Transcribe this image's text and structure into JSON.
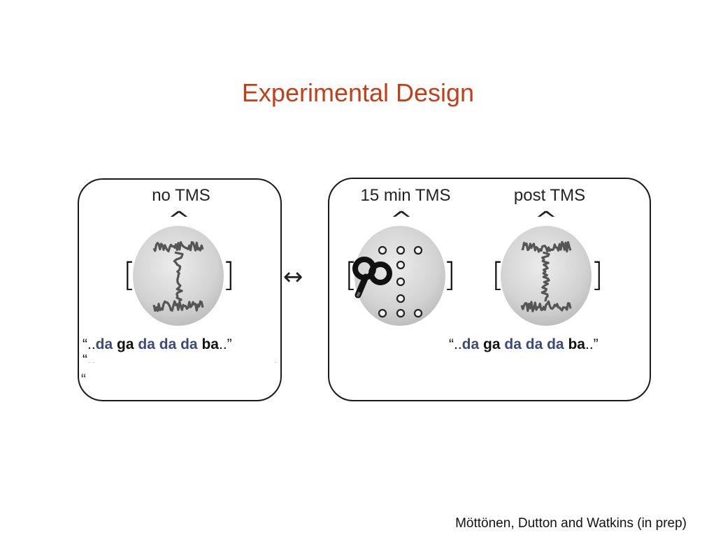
{
  "slide": {
    "title": "Experimental Design",
    "citation": "Möttönen, Dutton and Watkins (in prep)"
  },
  "panels": {
    "left": {
      "conditions": [
        {
          "label": "no TMS",
          "electrodes": "wave"
        }
      ],
      "stimulus": {
        "q1": "“..",
        "w1": "da",
        "w2": "ga",
        "w3": "da",
        "w4": "da",
        "w5": "da",
        "w6": "ba",
        "q2": "..”"
      }
    },
    "right": {
      "conditions": [
        {
          "label": "15 min TMS",
          "electrodes": "circles"
        },
        {
          "label": "post TMS",
          "electrodes": "wave"
        }
      ],
      "stimulus": {
        "q1": "“..",
        "w1": "da",
        "w2": "ga",
        "w3": "da",
        "w4": "da",
        "w5": "da",
        "w6": "ba",
        "q2": "..”"
      }
    }
  },
  "symbols": {
    "nose": "^",
    "bracket_left": "[",
    "bracket_right": "]",
    "connector": "↔"
  },
  "colors": {
    "title": "#c0401a",
    "syllable_da": "#3c4a7a",
    "head": "#d2d2d2",
    "waveform": "#555555"
  },
  "icons": [
    "tms-coil-icon",
    "electrode-circle-icon",
    "eeg-waveform-icon"
  ]
}
